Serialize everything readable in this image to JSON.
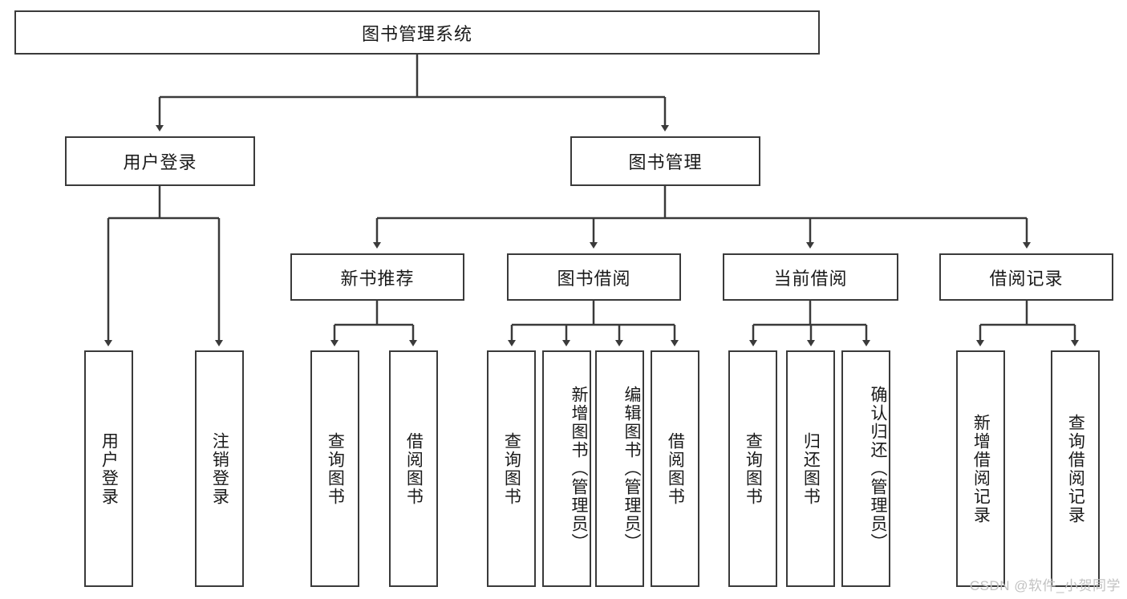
{
  "diagram": {
    "title": "图书管理系统",
    "type": "hierarchy-tree",
    "root": {
      "label": "图书管理系统"
    },
    "level2": [
      {
        "label": "用户登录"
      },
      {
        "label": "图书管理"
      }
    ],
    "level3": [
      {
        "label": "新书推荐"
      },
      {
        "label": "图书借阅"
      },
      {
        "label": "当前借阅"
      },
      {
        "label": "借阅记录"
      }
    ],
    "leaves": {
      "user_login": [
        {
          "label": "用户登录"
        },
        {
          "label": "注销登录"
        }
      ],
      "new_book_recommend": [
        {
          "label": "查询图书"
        },
        {
          "label": "借阅图书"
        }
      ],
      "book_borrow": [
        {
          "label": "查询图书"
        },
        {
          "label": "新增图书（管理员）"
        },
        {
          "label": "编辑图书（管理员）"
        },
        {
          "label": "借阅图书"
        }
      ],
      "current_borrow": [
        {
          "label": "查询图书"
        },
        {
          "label": "归还图书"
        },
        {
          "label": "确认归还（管理员）"
        }
      ],
      "borrow_record": [
        {
          "label": "新增借阅记录"
        },
        {
          "label": "查询借阅记录"
        }
      ]
    }
  },
  "watermark": {
    "text": "CSDN @软件_小贺同学"
  },
  "colors": {
    "border": "#3a3a3a",
    "text": "#1a1a1a",
    "background": "#ffffff",
    "watermark": "#c2c2c2"
  }
}
